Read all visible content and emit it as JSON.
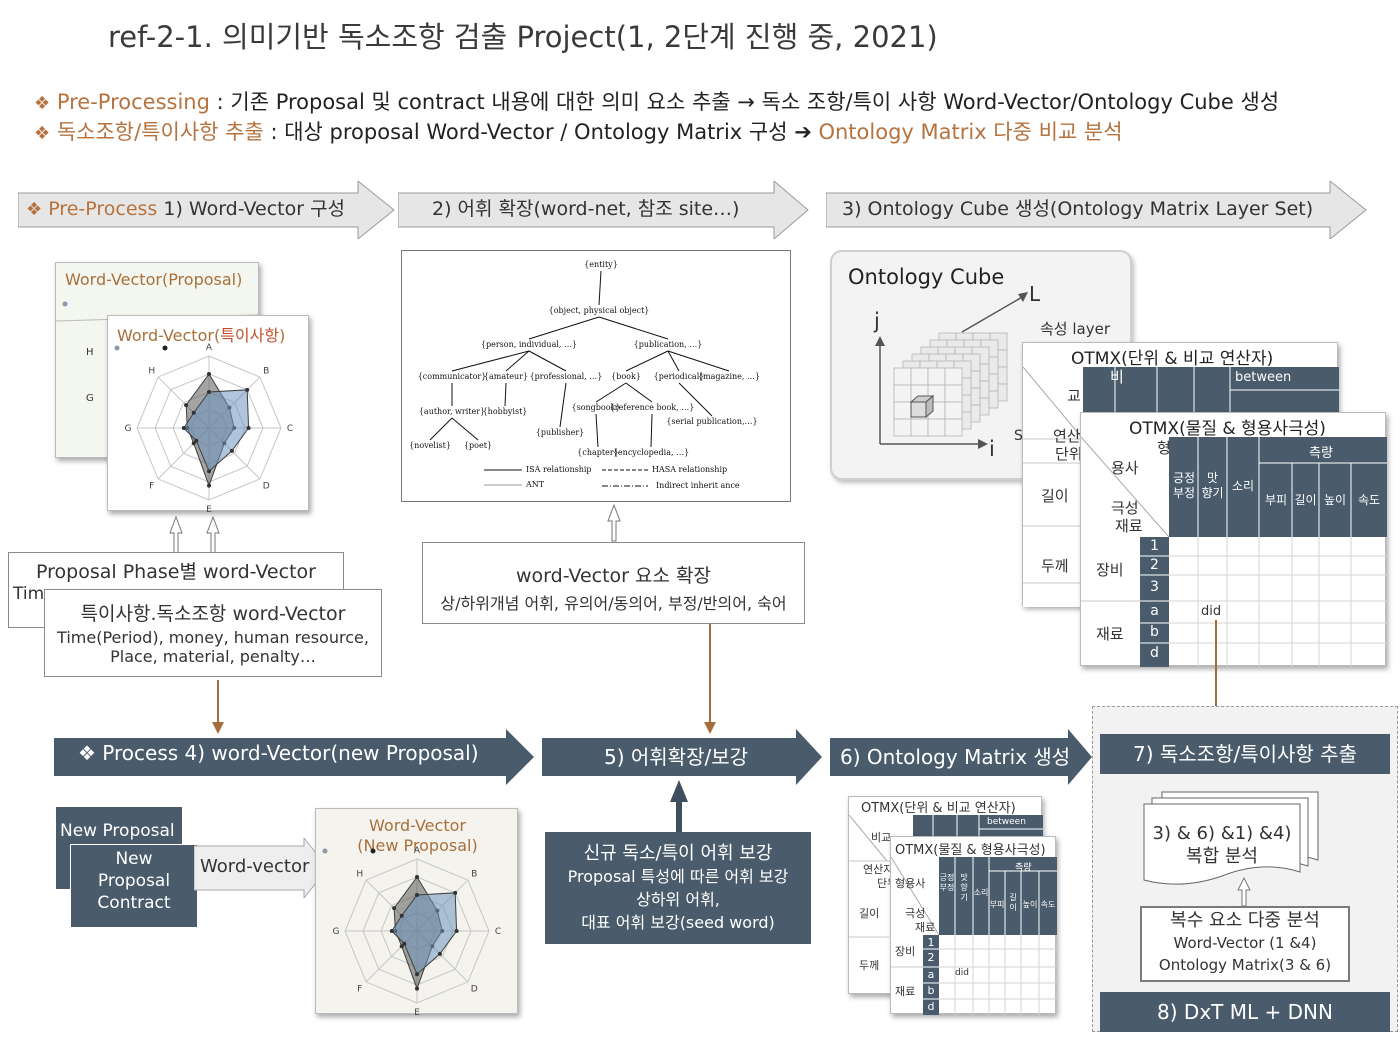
{
  "title": "ref-2-1. 의미기반 독소조항 검출 Project(1, 2단계 진행 중, 2021)",
  "bullets": [
    {
      "marker": "❖",
      "head": "Pre-Processing",
      "sep": " : ",
      "body": "기존 Proposal 및 contract 내용에 대한 의미 요소 추출 → 독소 조항/특이 사항 Word-Vector/Ontology Cube 생성",
      "tail": ""
    },
    {
      "marker": "❖",
      "head": "독소조항/특이사항 추출",
      "sep": " : ",
      "body": "대상 proposal Word-Vector / Ontology Matrix 구성 ➔ ",
      "tail": "Ontology Matrix 다중 비교 분석"
    }
  ],
  "steps_top": [
    {
      "marker": "❖",
      "head": "Pre-Process",
      "label": " 1) Word-Vector 구성"
    },
    {
      "label": "2) 어휘 확장(word-net, 참조 site…)"
    },
    {
      "label": "3) Ontology Cube 생성(Ontology Matrix Layer Set)"
    }
  ],
  "steps_bottom": [
    {
      "marker": "❖",
      "label": "Process  4) word-Vector(new  Proposal)"
    },
    {
      "label": "5) 어휘확장/보강"
    },
    {
      "label": "6) Ontology Matrix 생성"
    },
    {
      "label": "7) 독소조항/특이사항 추출"
    }
  ],
  "wv_cards": {
    "proposal": "Word-Vector(Proposal)",
    "special_prefix": "Word-Vector(",
    "special_hl": "특이사항",
    "special_suffix": ")",
    "new_line1": "Word-Vector",
    "new_line2": "(New Proposal)",
    "radar_axes": [
      "A",
      "B",
      "C",
      "D",
      "E",
      "F",
      "G",
      "H"
    ]
  },
  "chart_data": {
    "type": "radar",
    "categories": [
      "A",
      "B",
      "C",
      "D",
      "E",
      "F",
      "G",
      "H"
    ],
    "series": [
      {
        "values": [
          0.75,
          0.4,
          0.35,
          0.3,
          0.8,
          0.3,
          0.3,
          0.45
        ]
      },
      {
        "values": [
          0.5,
          0.75,
          0.55,
          0.45,
          0.6,
          0.25,
          0.35,
          0.3
        ]
      }
    ]
  },
  "phase_box": {
    "back_line1": "Proposal Phase별 word-Vector",
    "back_line2": "Tim",
    "front_title": "특이사항.독소조항 word-Vector",
    "front_line2": "Time(Period), money, human resource,",
    "front_line3": "Place, material, penalty…"
  },
  "wordnet": {
    "nodes": [
      "{entity}",
      "{object, physical object}",
      "{person, individual, …}",
      "{publication, …}",
      "{communicator}",
      "{amateur}",
      "{professional, …}",
      "{book}",
      "{periodical}",
      "{magazine, …}",
      "{author, writer}",
      "{hobbyist}",
      "{songbook}",
      "{reference book, …}",
      "{serial publication,…}",
      "{publisher}",
      "{novelist}",
      "{poet}",
      "{chapter}",
      "{encyclopedia, …}"
    ],
    "legend": [
      "ISA relationship",
      "HASA relationship",
      "ANT",
      "Indirect inherit ance"
    ]
  },
  "expand_box": {
    "title": "word-Vector 요소 확장",
    "sub": "상/하위개념 어휘, 유의어/동의어, 부정/반의어, 숙어"
  },
  "cube": {
    "title": "Ontology Cube",
    "axis_l": "L",
    "axis_j": "j",
    "axis_i": "i",
    "layer": "속성 layer",
    "s": "S"
  },
  "otmx1": {
    "title": "OTMX(단위  &  비교  연산자)",
    "between": "between",
    "bi": "비",
    "gyo": "교",
    "yeonsan": "연산",
    "danwi": "단위",
    "gili": "길이",
    "dukke": "두께"
  },
  "otmx2": {
    "title": "OTMX(물질  &  형용사극성)",
    "hyeong": "형",
    "yongsa": "용사",
    "geukseong": "극성",
    "jaeryo": "재료",
    "cols": [
      "긍정\n부정",
      "맛\n향기",
      "소리"
    ],
    "measure": "측량",
    "measure_cols": [
      "부피",
      "길이",
      "높이",
      "속도"
    ],
    "rows_a_label": "장비",
    "rows_a": [
      "1",
      "2",
      "3"
    ],
    "rows_b_label": "재료",
    "rows_b": [
      "a",
      "b",
      "d"
    ],
    "did": "did"
  },
  "small_otmx1": {
    "title": "OTMX(단위  &  비교  연산자)",
    "between": "between",
    "bigyo": "비교",
    "yeonsan": "연산자",
    "danwi": "단위",
    "gili": "길이",
    "dukke": "두께"
  },
  "small_otmx2": {
    "title": "OTMX(물질  &  형용사극성)",
    "yongsa": "형용사",
    "geukseong": "극성",
    "jaeryo": "재료",
    "cols": [
      "긍정\n부정",
      "맛\n향\n기",
      "소리"
    ],
    "measure": "측량",
    "measure_cols": [
      "부피",
      "길\n이",
      "높이",
      "속도"
    ],
    "rows_a_label": "장비",
    "rows_a": [
      "1",
      "2"
    ],
    "rows_b_label": "재료",
    "rows_b": [
      "a",
      "b",
      "d"
    ],
    "did": "did"
  },
  "new_proposal": {
    "a": "New Proposal",
    "b1": "New",
    "b2": "Proposal",
    "b3": "Contract",
    "arrow": "Word-vector"
  },
  "supplement": {
    "l1": "신규 독소/특이 어휘 보강",
    "l2": "Proposal 특성에 따른 어휘 보강",
    "l3": "상하위 어휘,",
    "l4": "대표 어휘 보강(seed word)"
  },
  "composite": {
    "l1": "3) & 6) &1) &4)",
    "l2": "복합 분석"
  },
  "multi": {
    "l1": "복수 요소 다중 분석",
    "l2": "Word-Vector (1 &4)",
    "l3": "Ontology Matrix(3 & 6)"
  },
  "ml": "8) DxT ML + DNN"
}
